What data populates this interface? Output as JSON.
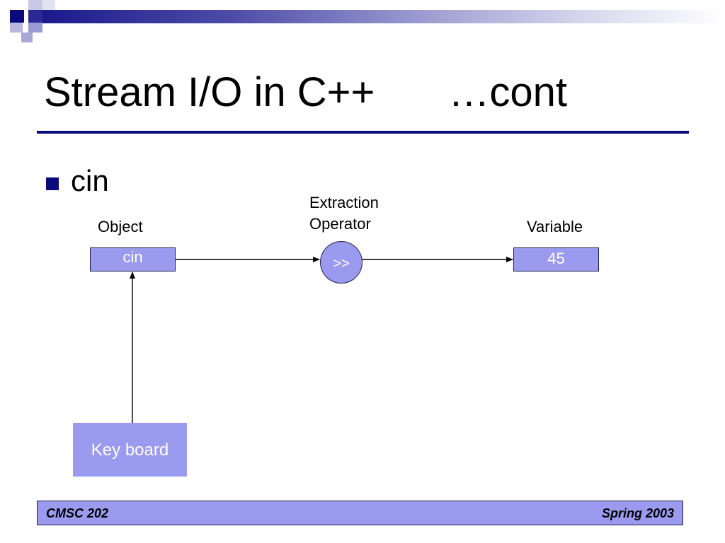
{
  "slide": {
    "title_main": "Stream I/O in C++",
    "title_suffix": "…cont"
  },
  "bullet": {
    "text": "cin"
  },
  "diagram": {
    "object_label": "Object",
    "object_box": "cin",
    "operator_label_line1": "Extraction",
    "operator_label_line2": "Operator",
    "operator_symbol": ">>",
    "variable_label": "Variable",
    "variable_box": "45",
    "source_box": "Key board"
  },
  "footer": {
    "left": "CMSC 202",
    "right": "Spring 2003"
  },
  "colors": {
    "accent_dark": "#0a0a7a",
    "box_fill": "#9a9aef",
    "box_text": "#ffffff"
  }
}
